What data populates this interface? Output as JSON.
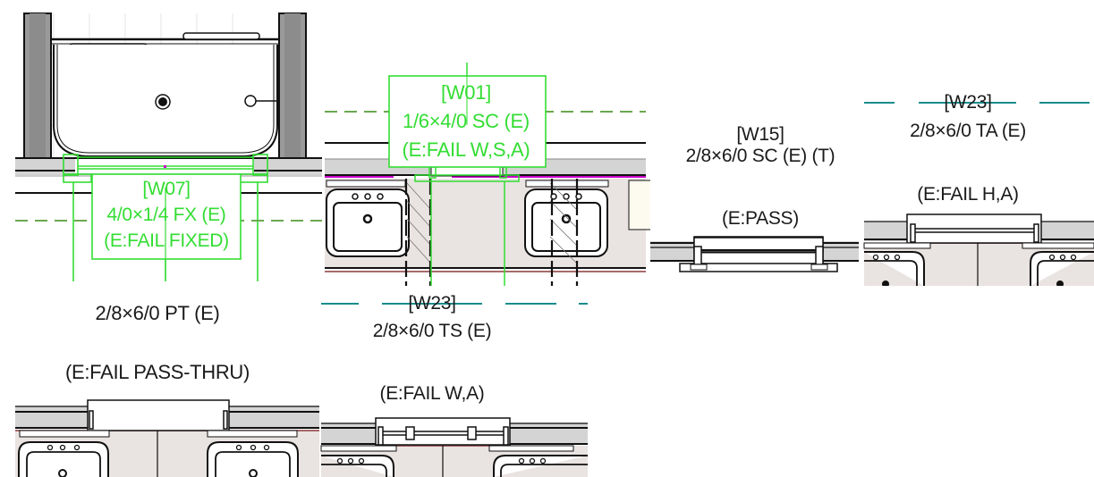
{
  "colors": {
    "tag_green": "#33dd33",
    "teal_line": "#1a8c8c",
    "dash_green": "#6aa84f",
    "magenta": "#cc00cc",
    "wall_gray": "#d4d4d4",
    "floor": "#e9e3e1",
    "text": "#1a1a1a"
  },
  "panels": [
    {
      "id": "w07",
      "tag": "[W07]",
      "size_type": "4/0×1/4 FX (E)",
      "egress": "(E:FAIL FIXED)",
      "fixture": "bathtub"
    },
    {
      "id": "w01",
      "tag": "[W01]",
      "size_type": "1/6×4/0 SC (E)",
      "egress": "(E:FAIL W,S,A)",
      "fixture": "double-sinks"
    },
    {
      "id": "w15",
      "tag": "[W15]",
      "size_type": "2/8×6/0 SC (E) (T)",
      "egress": "(E:PASS)",
      "fixture": "none"
    },
    {
      "id": "w23-ta",
      "tag": "[W23]",
      "size_type": "2/8×6/0 TA (E)",
      "egress": "(E:FAIL H,A)",
      "fixture": "double-sinks"
    },
    {
      "id": "pt",
      "size_type": "2/8×6/0 PT (E)",
      "egress": "(E:FAIL PASS-THRU)",
      "fixture": "double-sinks"
    },
    {
      "id": "w23-ts",
      "tag": "[W23]",
      "size_type": "2/8×6/0 TS (E)",
      "egress": "(E:FAIL W,A)",
      "fixture": "double-sinks"
    }
  ]
}
